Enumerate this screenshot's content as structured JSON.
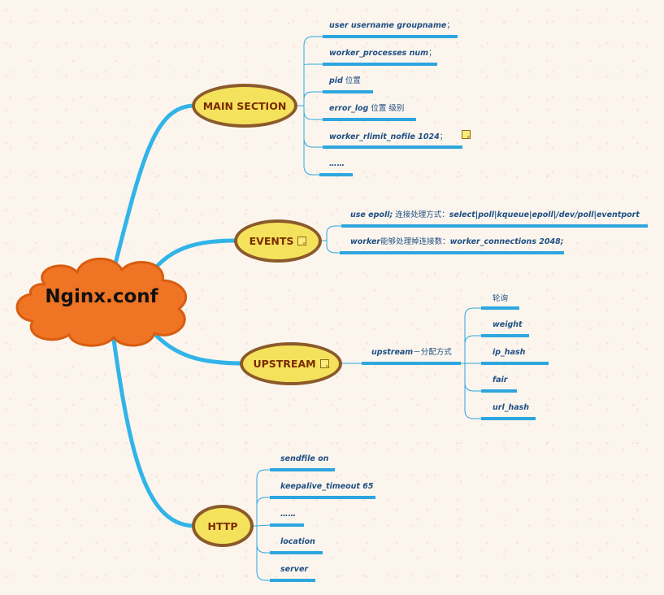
{
  "root": {
    "label": "Nginx.conf"
  },
  "branches": {
    "main": {
      "label": "MAIN SECTION",
      "items": [
        {
          "code": "user  username  groupname",
          "text": "；",
          "note": false
        },
        {
          "code": "worker_processes num",
          "text": "；",
          "note": false
        },
        {
          "code": "pid",
          "text": "  位置",
          "note": false
        },
        {
          "code": "error_log",
          "text": "  位置  级别",
          "note": false
        },
        {
          "code": "worker_rlimit_nofile 1024",
          "text": "；",
          "note": true
        },
        {
          "code": "……",
          "text": "",
          "note": false
        }
      ]
    },
    "events": {
      "label": "EVENTS",
      "note": true,
      "items": [
        {
          "code": "use epoll;",
          "text": "   连接处理方式：",
          "code2": "select|poll|kqueue|epoll|/dev/poll|eventport"
        },
        {
          "code": "worker",
          "text": "能够处理掉连接数：",
          "code2": "worker_connections 2048;"
        }
      ]
    },
    "upstream": {
      "label": "UPSTREAM",
      "note": true,
      "sub": {
        "code": "upstream",
        "text": "－分配方式"
      },
      "items": [
        {
          "code": "",
          "text": "轮询"
        },
        {
          "code": "weight",
          "text": ""
        },
        {
          "code": "ip_hash",
          "text": ""
        },
        {
          "code": "fair",
          "text": ""
        },
        {
          "code": "url_hash",
          "text": ""
        }
      ]
    },
    "http": {
      "label": "HTTP",
      "items": [
        {
          "code": "sendfile on"
        },
        {
          "code": "keepalive_timeout 65"
        },
        {
          "code": "……"
        },
        {
          "code": "location"
        },
        {
          "code": "server"
        }
      ]
    }
  },
  "colors": {
    "connector": "#31b4e8",
    "underline": "#2ea6df",
    "node_fill": "#f5e25c",
    "node_border": "#8b5a2b",
    "root_fill": "#ef7424",
    "root_border": "#d85d10"
  }
}
